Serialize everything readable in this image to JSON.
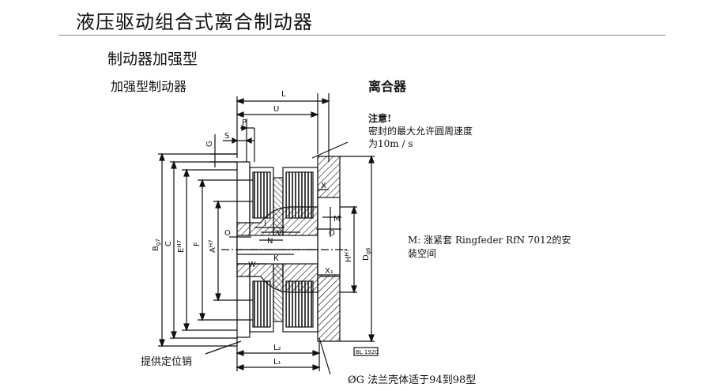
{
  "header": {
    "title": "液压驱动组合式离合制动器",
    "section": "制动器加强型"
  },
  "labels": {
    "brake": "加强型制动器",
    "clutch": "离合器"
  },
  "notes": {
    "heading": "注意!",
    "line1": "密封的最大允许圆周速度",
    "line2": "为10m / s",
    "m_line1": "M: 涨紧套  Ringfeder RfN 7012的安",
    "m_line2": "装空间",
    "pin": "提供定位销",
    "flange": "ØG  法兰壳体适于94到98型"
  },
  "dimensions": {
    "L": "L",
    "U": "U",
    "P": "P",
    "S": "S",
    "G": "G",
    "Bg7": "B",
    "Bg7_sub": "g7",
    "C": "C",
    "Eh7": "E",
    "Eh7_sup": "H7",
    "F": "F",
    "Ah7": "A",
    "Ah7_sup": "H7",
    "O_left": "O",
    "I": "I",
    "N": "N",
    "V": "V",
    "W": "W",
    "K": "K",
    "X": "X",
    "M": "M",
    "O_right": "O",
    "Hh7": "H",
    "Hh7_sup": "H7",
    "Dg6": "D",
    "Dg6_sub": "g6",
    "X1": "X₁",
    "L2": "L₂",
    "L1": "L₁",
    "stamp": "BL 1920"
  }
}
